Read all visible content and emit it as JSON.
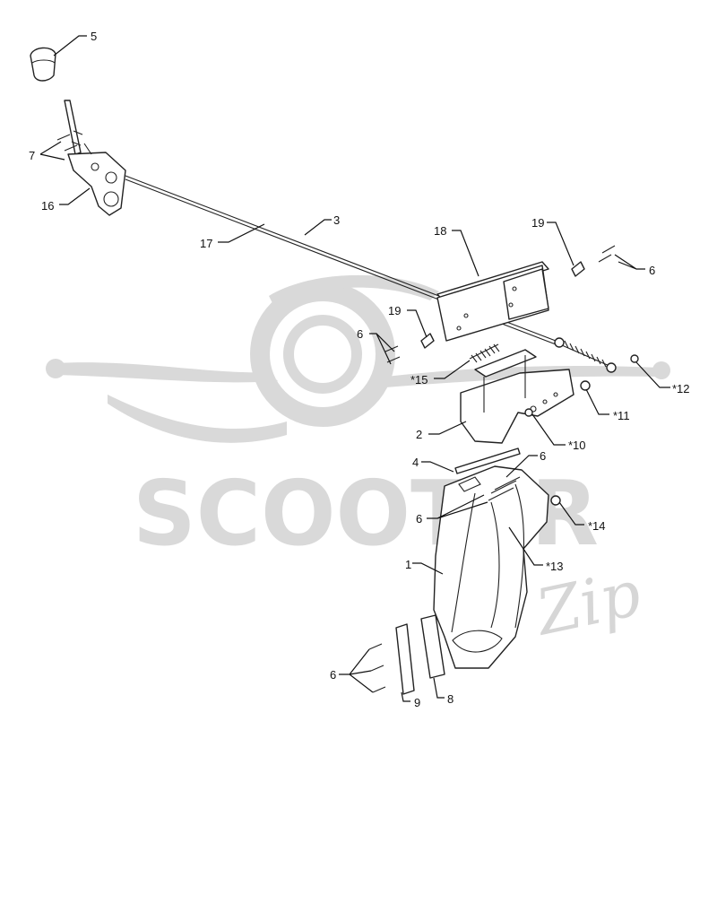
{
  "watermark": {
    "brand": "SCOOTER",
    "suffix": "Zip",
    "color": "#d9d9d9"
  },
  "callouts": [
    {
      "id": "c5",
      "text": "5"
    },
    {
      "id": "c7",
      "text": "7"
    },
    {
      "id": "c16",
      "text": "16"
    },
    {
      "id": "c17",
      "text": "17"
    },
    {
      "id": "c3",
      "text": "3"
    },
    {
      "id": "c18",
      "text": "18"
    },
    {
      "id": "c19a",
      "text": "19"
    },
    {
      "id": "c6a",
      "text": "6"
    },
    {
      "id": "c19b",
      "text": "19"
    },
    {
      "id": "c6b",
      "text": "6"
    },
    {
      "id": "c15",
      "text": "*15"
    },
    {
      "id": "c12",
      "text": "*12"
    },
    {
      "id": "c11",
      "text": "*11"
    },
    {
      "id": "c2",
      "text": "2"
    },
    {
      "id": "c10",
      "text": "*10"
    },
    {
      "id": "c4",
      "text": "4"
    },
    {
      "id": "c6c",
      "text": "6"
    },
    {
      "id": "c6d",
      "text": "6"
    },
    {
      "id": "c14",
      "text": "*14"
    },
    {
      "id": "c13",
      "text": "*13"
    },
    {
      "id": "c1",
      "text": "1"
    },
    {
      "id": "c6e",
      "text": "6"
    },
    {
      "id": "c9",
      "text": "9"
    },
    {
      "id": "c8",
      "text": "8"
    }
  ]
}
